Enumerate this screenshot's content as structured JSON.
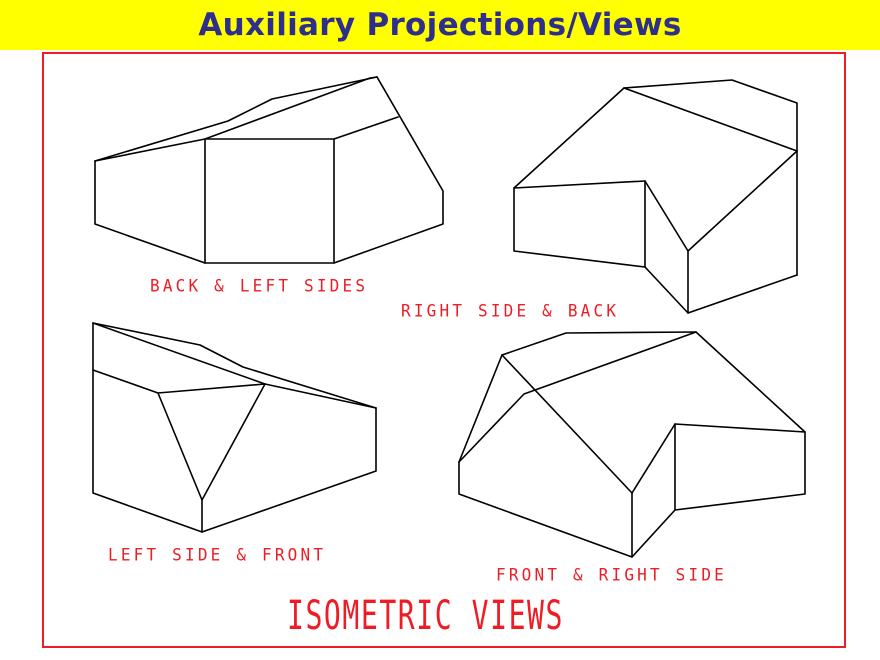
{
  "header": {
    "title": "Auxiliary Projections/Views",
    "background_color": "#ffff00",
    "text_color": "#2e2e8c"
  },
  "frame": {
    "border_color": "#ee1c24"
  },
  "figures": [
    {
      "id": "back-left",
      "label": "BACK & LEFT SIDES"
    },
    {
      "id": "right-back",
      "label": "RIGHT SIDE & BACK"
    },
    {
      "id": "left-front",
      "label": "LEFT SIDE & FRONT"
    },
    {
      "id": "front-right",
      "label": "FRONT & RIGHT SIDE"
    }
  ],
  "caption": "ISOMETRIC VIEWS",
  "colors": {
    "label": "#ee1c24",
    "lines": "#000000"
  }
}
